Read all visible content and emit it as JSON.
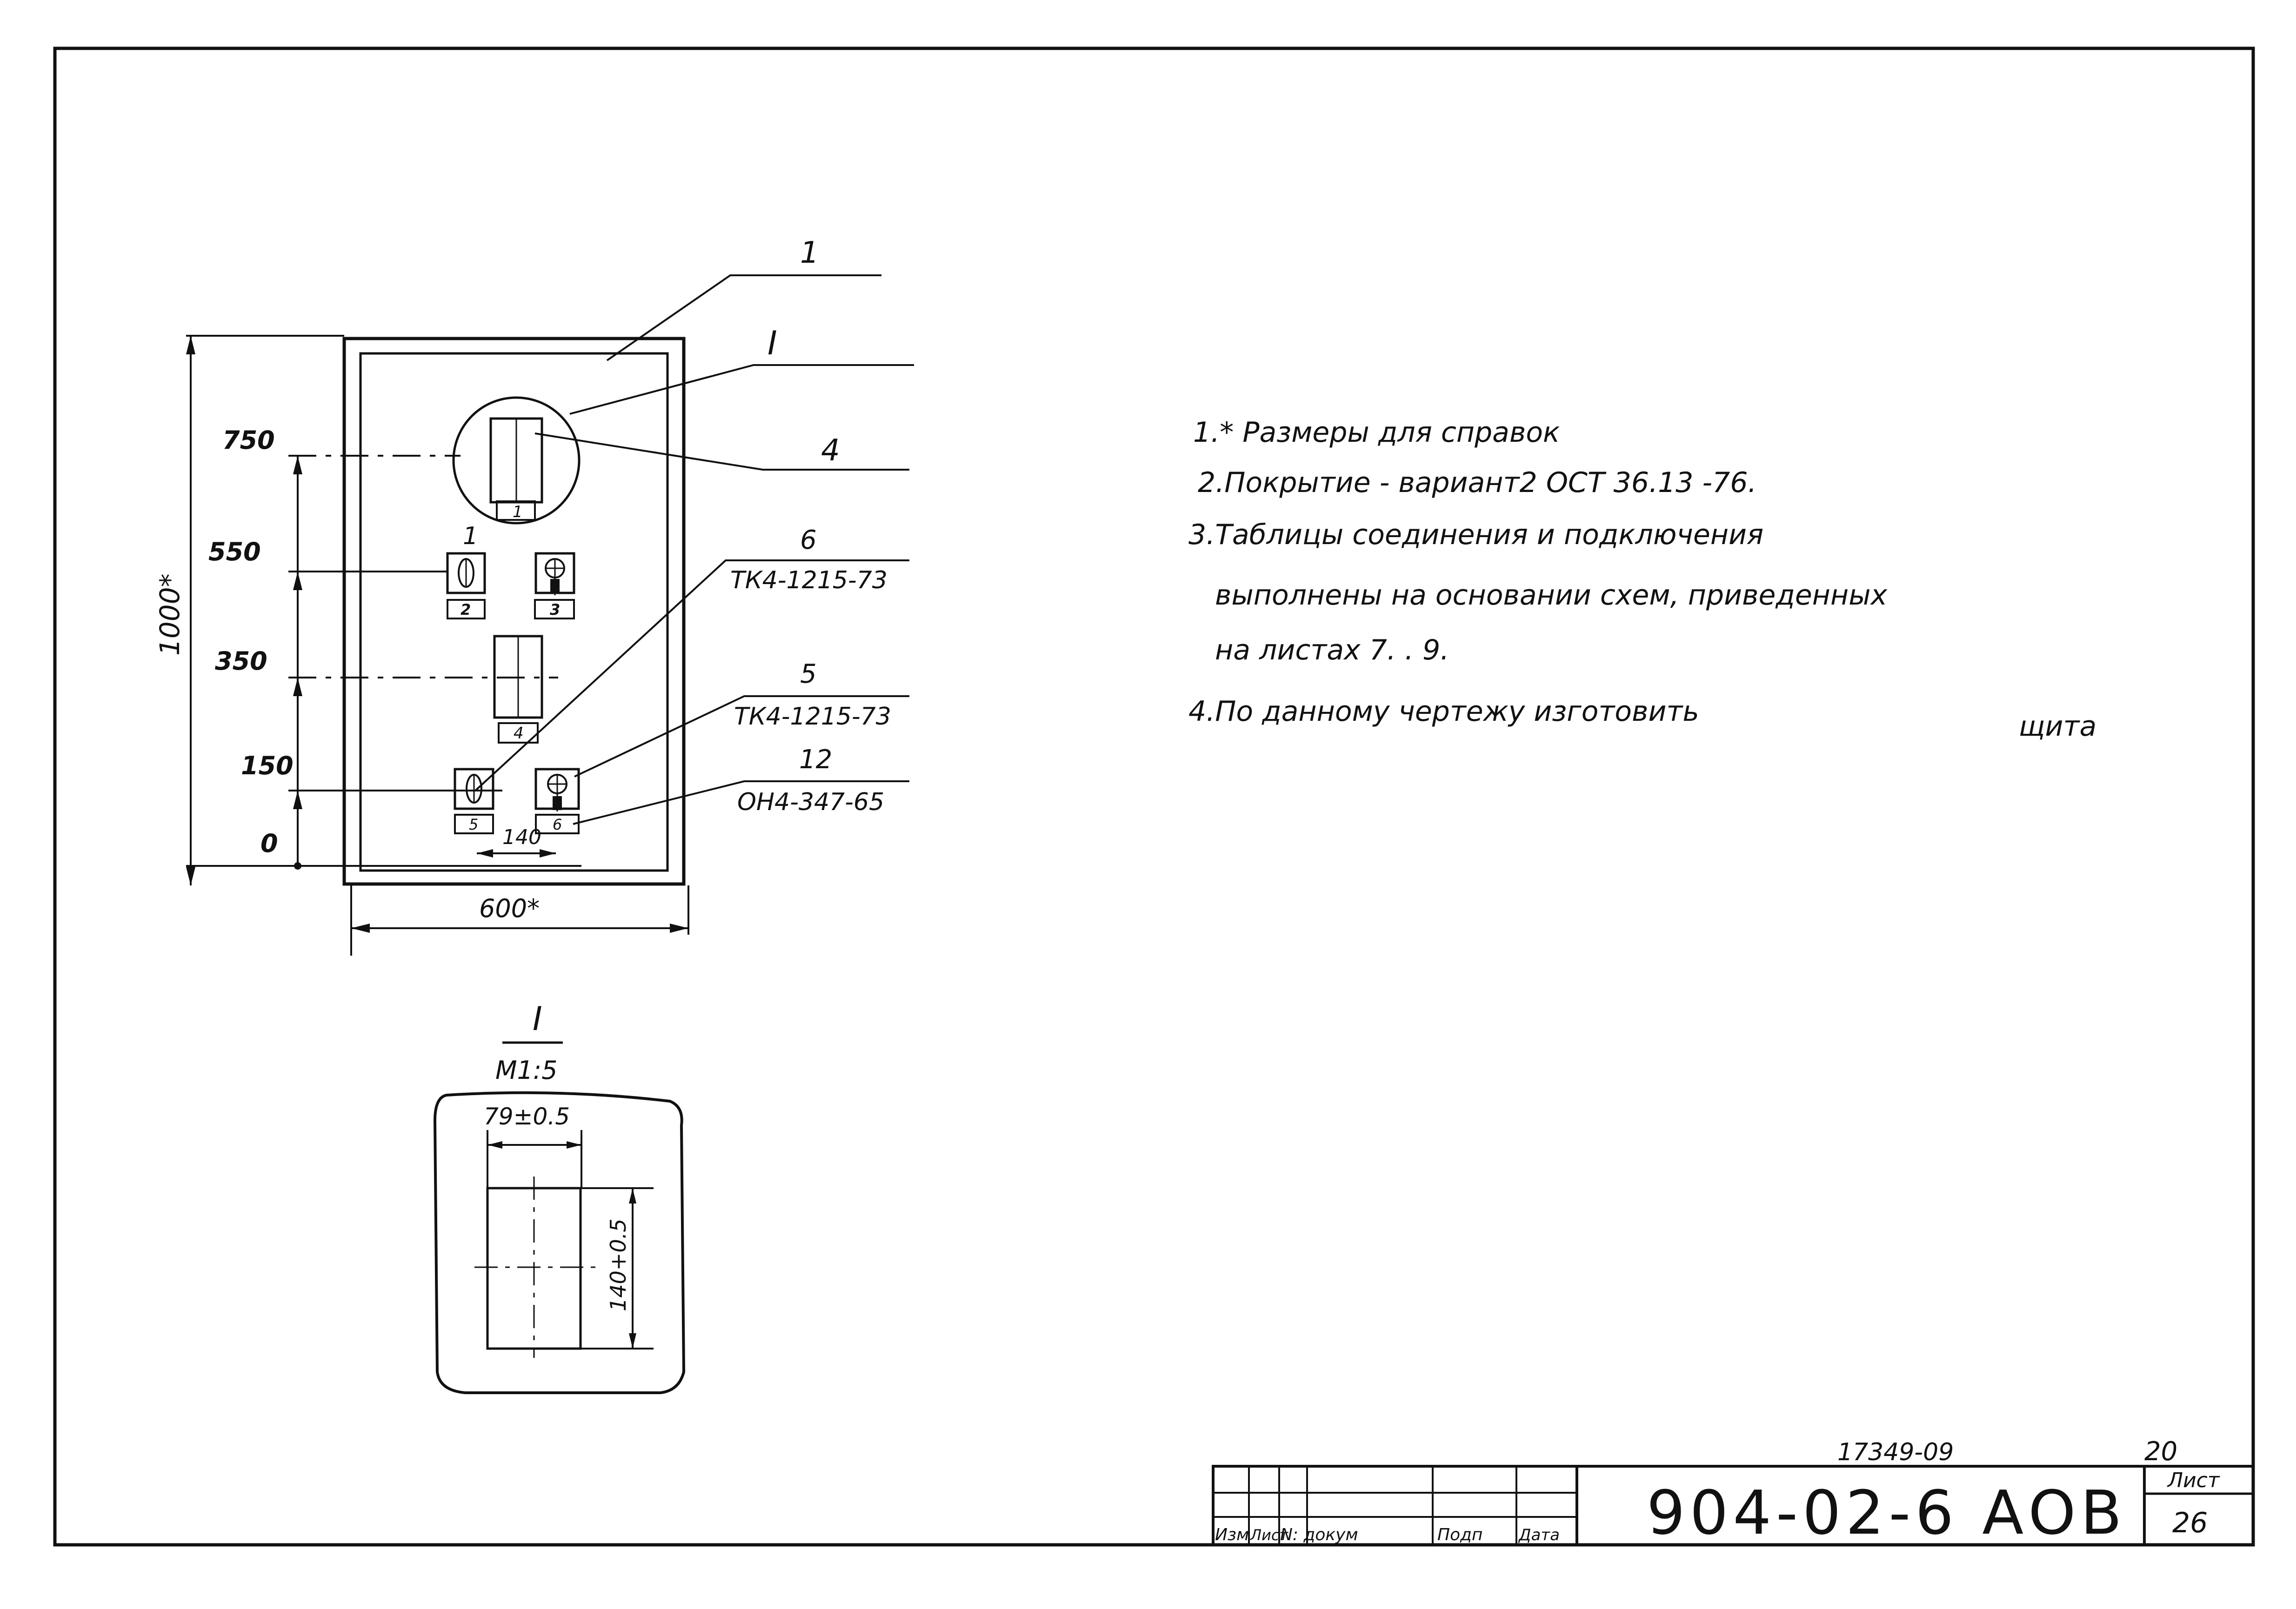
{
  "dimensions": {
    "height_total": "1000*",
    "width_total": "600*",
    "spacing": "140",
    "levels": [
      "750",
      "550",
      "350",
      "150",
      "0"
    ]
  },
  "callouts": {
    "c1": "1",
    "cI": "I",
    "c4": "4",
    "c6": "6",
    "c6_type": "ТК4-1215-73",
    "c5": "5",
    "c5_type": "ТК4-1215-73",
    "c12": "12",
    "c12_type": "ОН4-347-65",
    "c1b": "1"
  },
  "tags": {
    "t1": "1",
    "t2": "2",
    "t3": "3",
    "t4": "4",
    "t5": "5",
    "t6": "6"
  },
  "detail": {
    "title": "I",
    "scale": "М1:5",
    "width_dim": "79±0.5",
    "height_dim": "140+0.5"
  },
  "notes": [
    "1.* Размеры для справок",
    "2.Покрытие - вариант2  ОСТ 36.13 -76.",
    "3.Таблицы соединения и подключения",
    "выполнены на основании схем, приведенных",
    "на листах  7. . 9.",
    "4.По данному  чертежу  изготовить",
    "щита"
  ],
  "title_block": {
    "archive_no": "17349-09",
    "page_corner": "20",
    "designation": "904-02-6  АОВ",
    "sheet_label": "Лист",
    "sheet_no": "26",
    "col_izm": "Изм",
    "col_list": "Лист",
    "col_doc": "N: докум",
    "col_sign": "Подп",
    "col_date": "Дата"
  }
}
